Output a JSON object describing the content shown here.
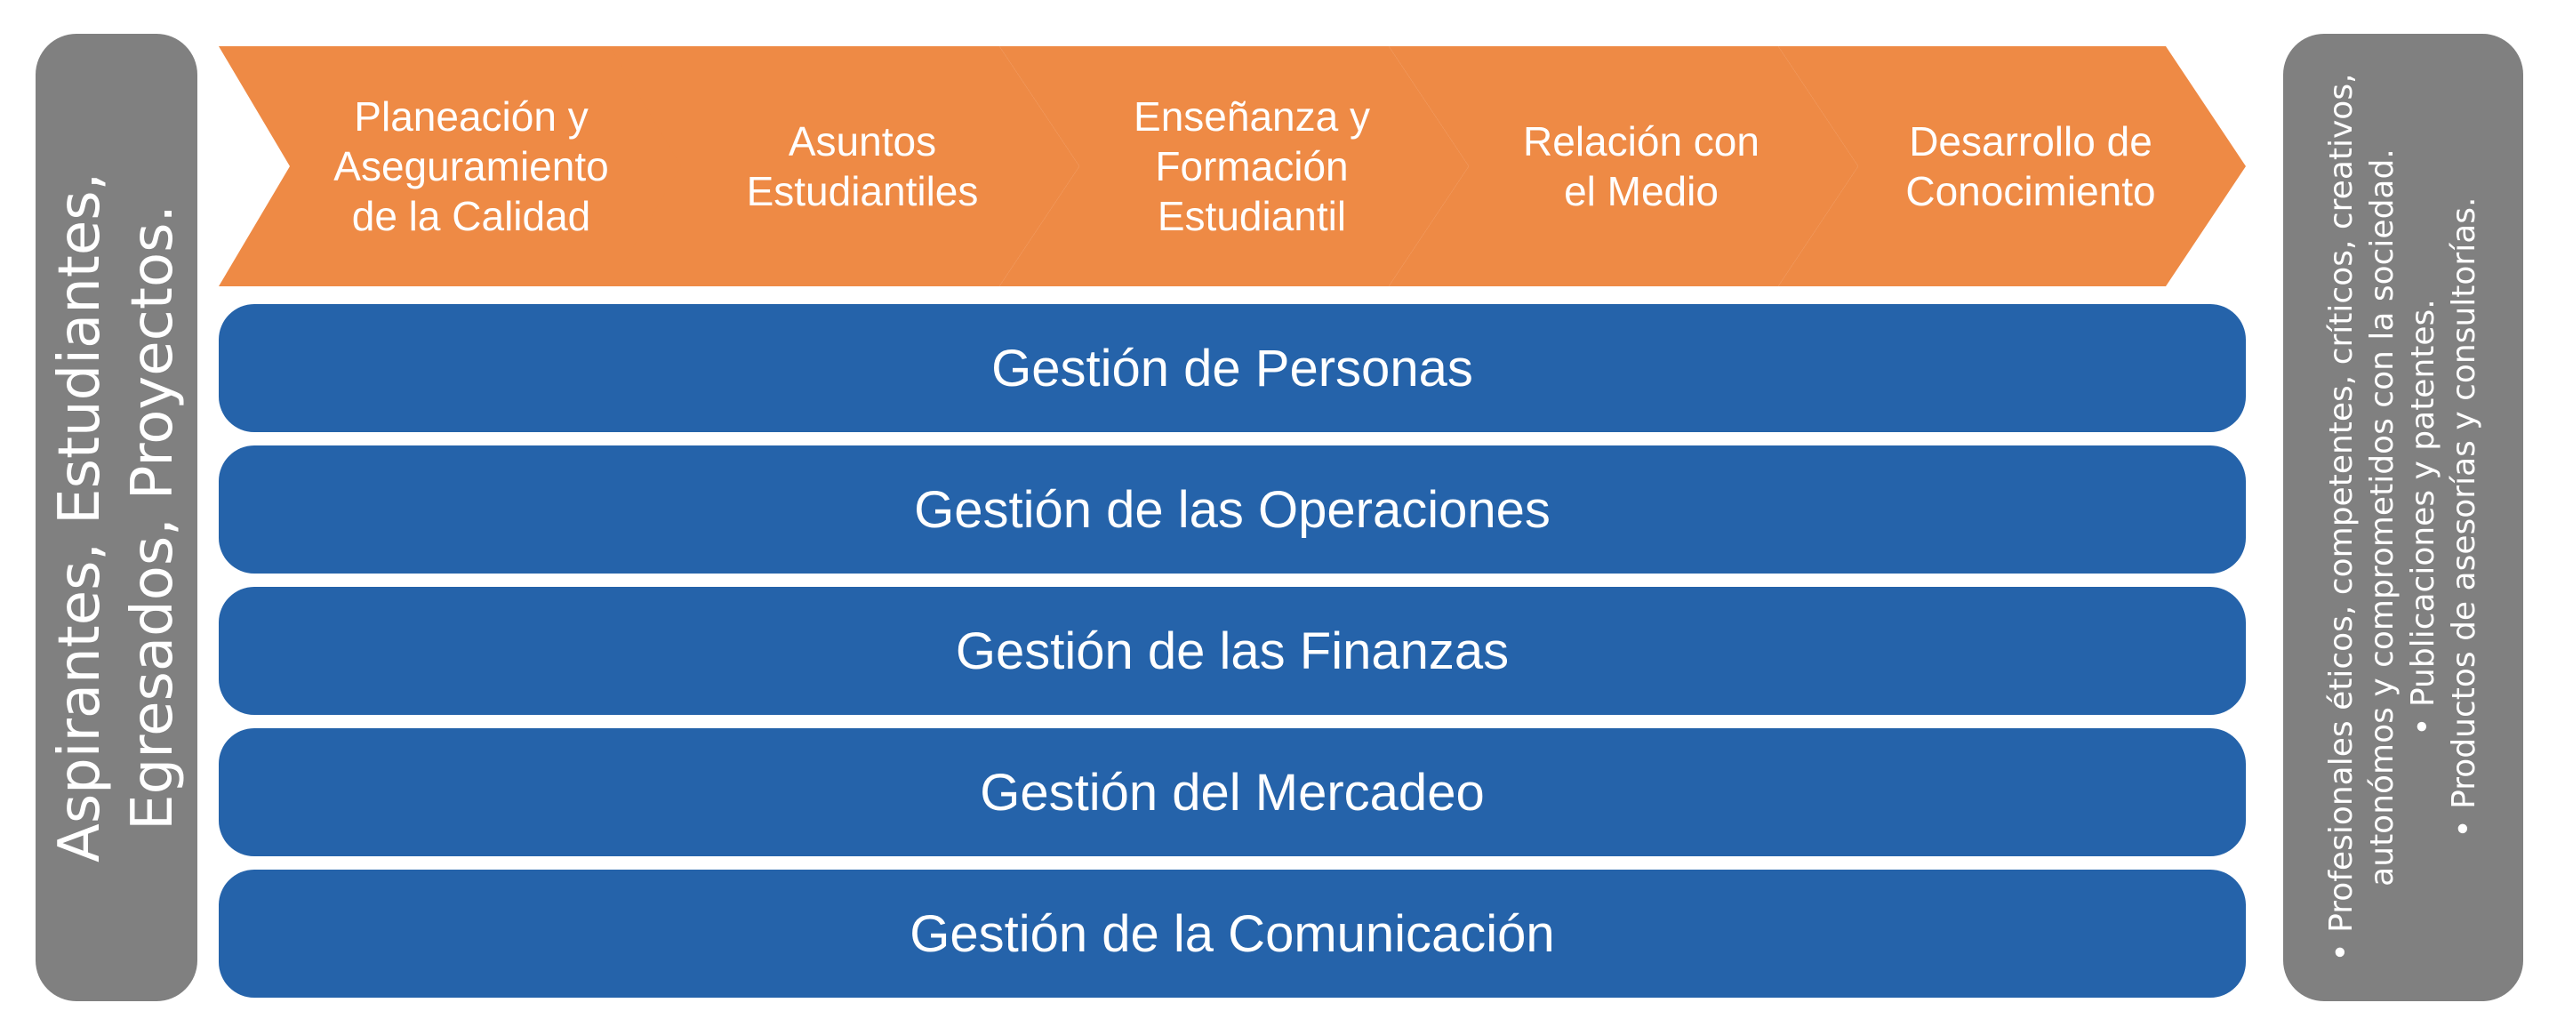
{
  "left_panel": {
    "lines": [
      "Aspirantes, Estudiantes,",
      "Egresados, Proyectos."
    ]
  },
  "chevrons": [
    {
      "lines": [
        "Planeación y",
        "Aseguramiento",
        "de la Calidad"
      ]
    },
    {
      "lines": [
        "Asuntos",
        "Estudiantiles"
      ]
    },
    {
      "lines": [
        "Enseñanza y",
        "Formación",
        "Estudiantil"
      ]
    },
    {
      "lines": [
        "Relación con",
        "el Medio"
      ]
    },
    {
      "lines": [
        "Desarrollo de",
        "Conocimiento"
      ]
    }
  ],
  "bars": [
    {
      "label": "Gestión de Personas"
    },
    {
      "label": "Gestión de las Operaciones"
    },
    {
      "label": "Gestión de las Finanzas"
    },
    {
      "label": "Gestión del Mercadeo"
    },
    {
      "label": "Gestión de la Comunicación"
    }
  ],
  "right_panel": {
    "lines": [
      "• Profesionales éticos, competentes, críticos, creativos,",
      "autonómos y comprometidos con la sociedad.",
      "• Publicaciones y patentes.",
      "• Productos de asesorías y consultorías."
    ]
  },
  "colors": {
    "chevron": "#ee8a45",
    "bar": "#2563aa",
    "side_panel": "#808080",
    "text": "#ffffff"
  }
}
